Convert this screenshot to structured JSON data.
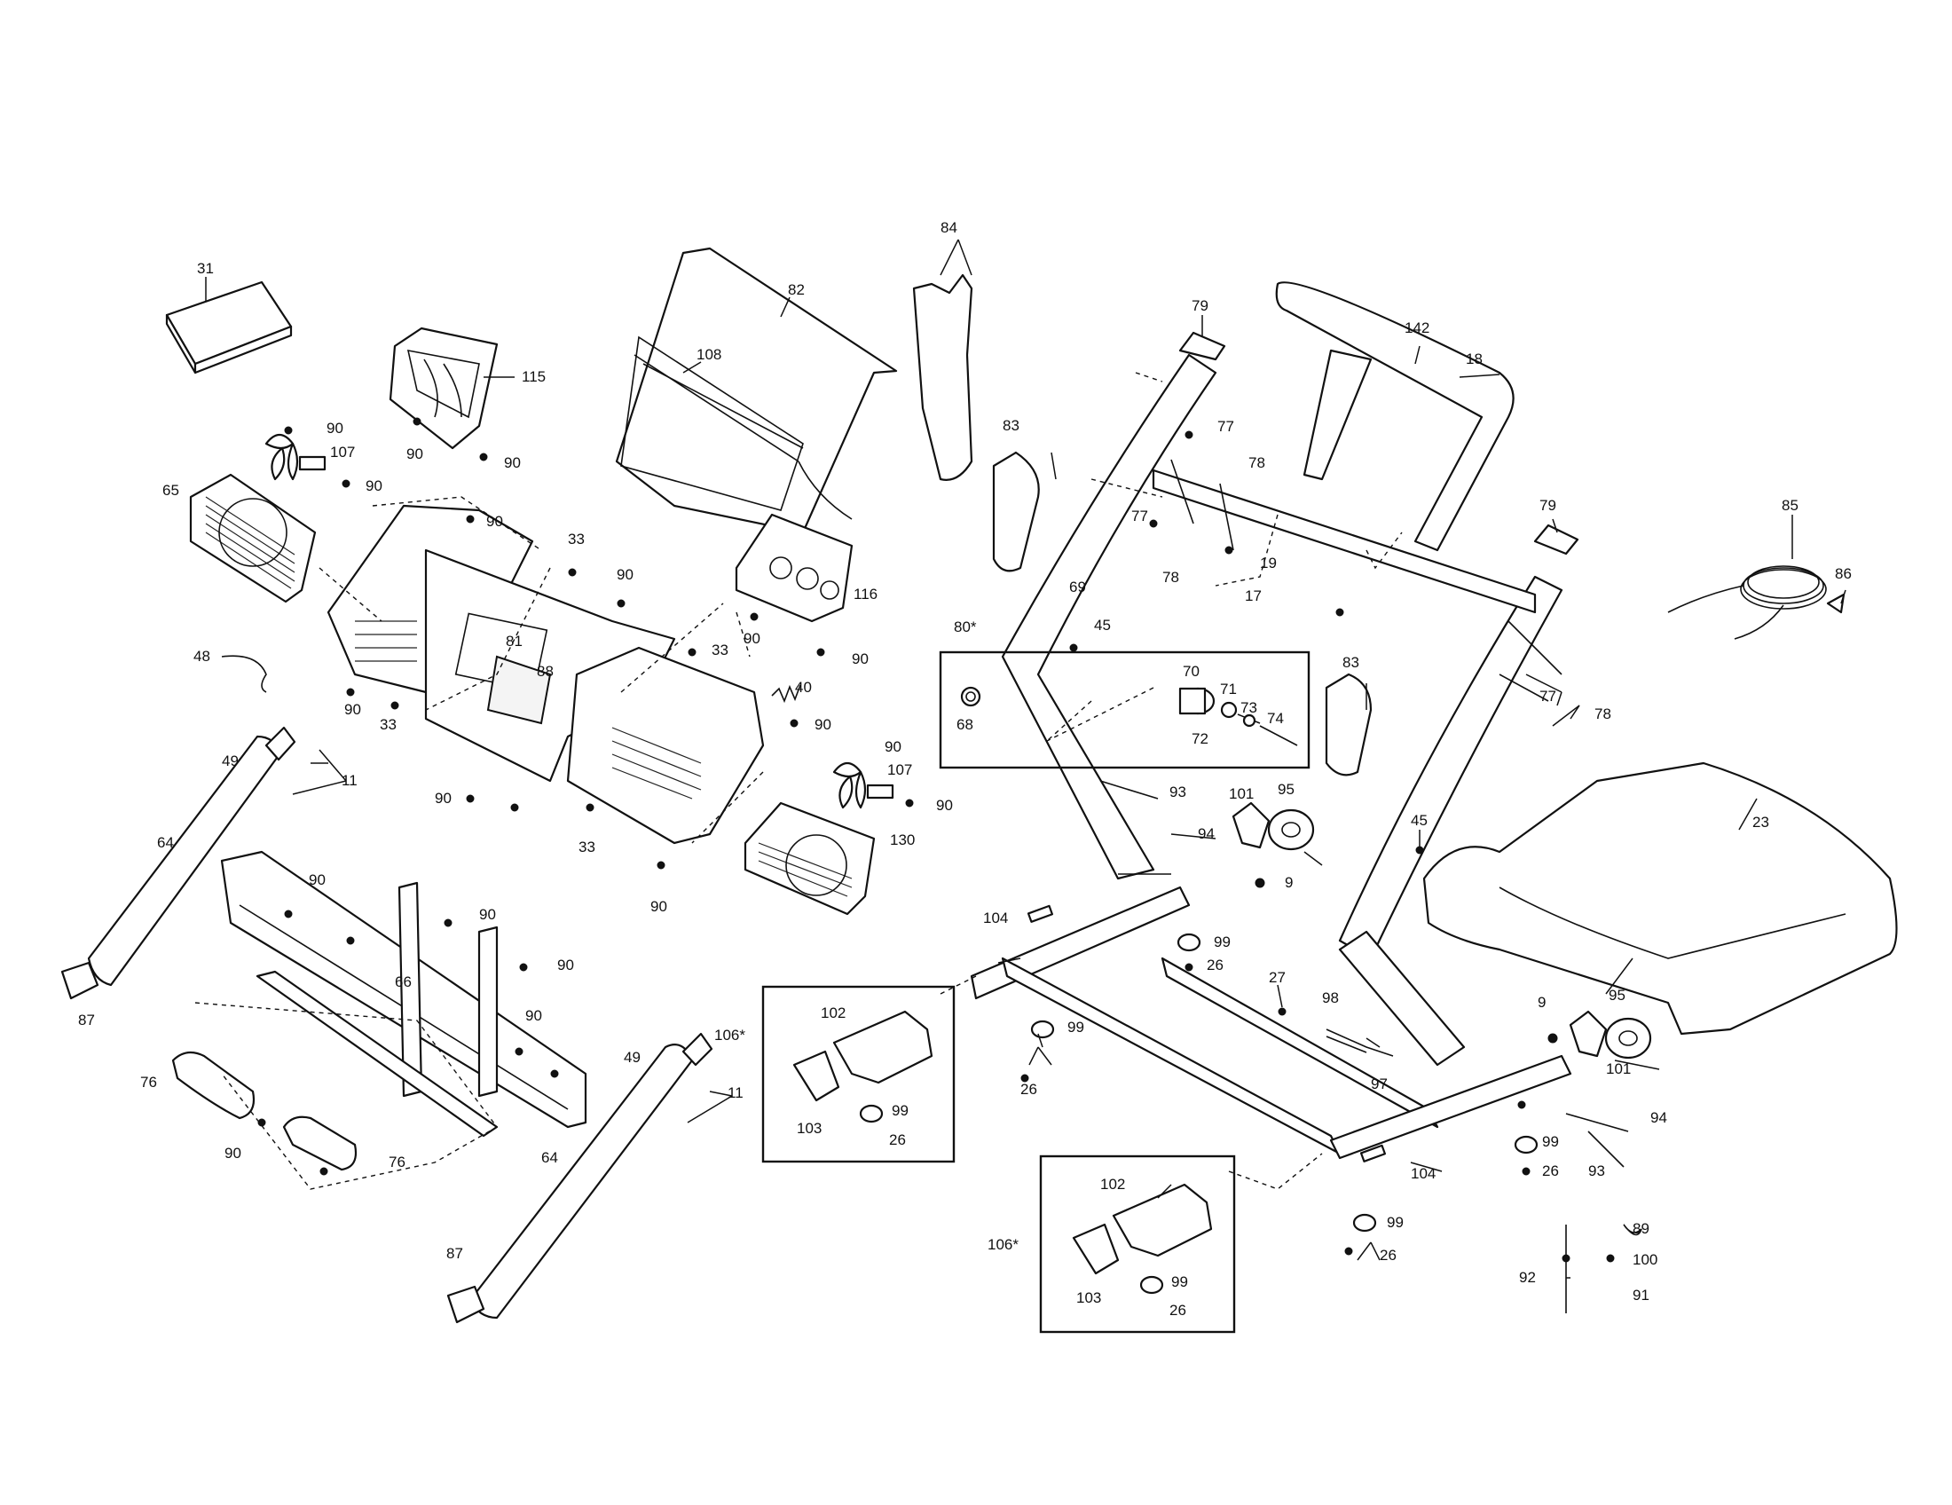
{
  "labels": {
    "l31": "31",
    "l115": "115",
    "l90a": "90",
    "l107a": "107",
    "l90b": "90",
    "l90c": "90",
    "l90d": "90",
    "l65": "65",
    "l90e": "90",
    "l33a": "33",
    "l90f": "90",
    "l82": "82",
    "l108": "108",
    "l84": "84",
    "l116": "116",
    "l90g": "90",
    "l33b": "33",
    "l90h": "90",
    "l48": "48",
    "l81": "81",
    "l88": "88",
    "l90i": "90",
    "l33c": "33",
    "l40": "40",
    "l90j": "90",
    "l90k": "90",
    "l107b": "107",
    "l90l": "90",
    "l49a": "49",
    "l11a": "11",
    "l64a": "64",
    "l90m": "90",
    "l33d": "33",
    "l130": "130",
    "l90n": "90",
    "l87a": "87",
    "l90o": "90",
    "l90p": "90",
    "l90q": "90",
    "l66": "66",
    "l90r": "90",
    "l76a": "76",
    "l90s": "90",
    "l76b": "76",
    "l49b": "49",
    "l11b": "11",
    "l64b": "64",
    "l87b": "87",
    "l79a": "79",
    "l142": "142",
    "l18": "18",
    "l83a": "83",
    "l77a": "77",
    "l78a": "78",
    "l77b": "77",
    "l78b": "78",
    "l19": "19",
    "l17": "17",
    "l79b": "79",
    "l85": "85",
    "l86": "86",
    "l69": "69",
    "l45a": "45",
    "l80": "80*",
    "l70": "70",
    "l71": "71",
    "l73": "73",
    "l74": "74",
    "l72": "72",
    "l68": "68",
    "l83b": "83",
    "l77c": "77",
    "l78c": "78",
    "l93a": "93",
    "l101a": "101",
    "l95a": "95",
    "l94a": "94",
    "l9a": "9",
    "l45b": "45",
    "l23": "23",
    "l104a": "104",
    "l99a": "99",
    "l26a": "26",
    "l27": "27",
    "l98": "98",
    "l97": "97",
    "l106a": "106*",
    "l102a": "102",
    "l99b": "99",
    "l26b": "26",
    "l103a": "103",
    "l99c": "99",
    "l26c": "26",
    "l9b": "9",
    "l95b": "95",
    "l101b": "101",
    "l94b": "94",
    "l99d": "99",
    "l26d": "26",
    "l93b": "93",
    "l104b": "104",
    "l106b": "106*",
    "l102b": "102",
    "l103b": "103",
    "l99e": "99",
    "l26e": "26",
    "l99f": "99",
    "l26f": "26",
    "l92": "92",
    "l89": "89",
    "l100": "100",
    "l91": "91"
  }
}
